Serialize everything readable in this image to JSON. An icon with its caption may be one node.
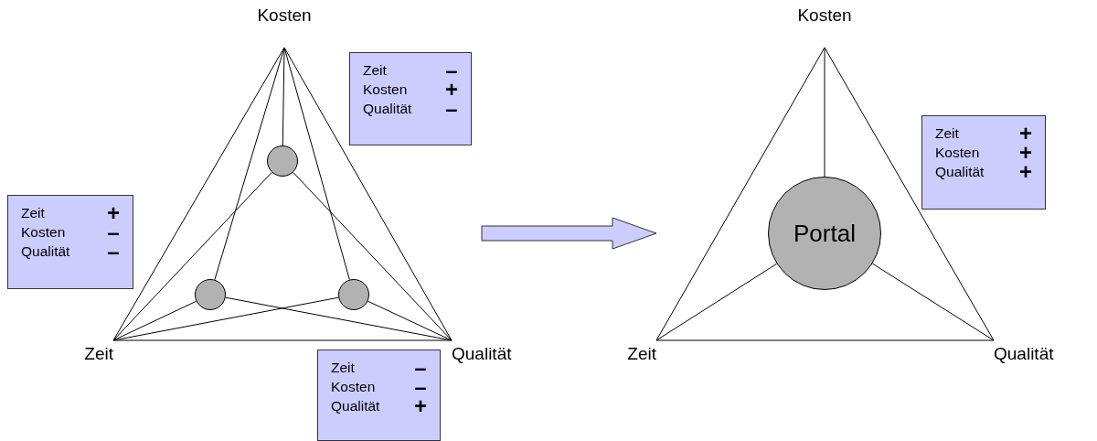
{
  "diagram": {
    "nodes": [
      {
        "text": [
          "Kosten"
        ]
      },
      {
        "text": [
          "Zeit",
          "–",
          "Kosten",
          "+",
          "Qualität",
          "–"
        ]
      },
      {
        "text": [],
        "shape": "circle"
      },
      {
        "text": [
          "Zeit",
          "+",
          "Kosten",
          "–",
          "Qualität",
          "–"
        ]
      },
      {
        "text": [],
        "shape": "circle"
      },
      {
        "text": [],
        "shape": "circle"
      },
      {
        "text": [
          "Zeit"
        ]
      },
      {
        "text": [
          "Qualität"
        ]
      },
      {
        "text": [
          "Zeit",
          "–",
          "Kosten",
          "–",
          "Qualität",
          "+"
        ]
      },
      {
        "text": [
          "Kosten"
        ]
      },
      {
        "text": [
          "Zeit",
          "+",
          "Kosten",
          "+",
          "Qualität",
          "+"
        ]
      },
      {
        "text": [
          "Portal"
        ]
      },
      {
        "text": [
          "Zeit"
        ]
      },
      {
        "text": [
          "Qualität"
        ]
      }
    ],
    "edges": [
      {
        "from": 0,
        "to": 6,
        "arrow": "none"
      },
      {
        "from": 0,
        "to": 7,
        "arrow": "none"
      },
      {
        "from": 6,
        "to": 7,
        "arrow": "none"
      },
      {
        "from": 0,
        "to": 2,
        "arrow": "none"
      },
      {
        "from": 0,
        "to": 4,
        "arrow": "none"
      },
      {
        "from": 0,
        "to": 5,
        "arrow": "none"
      },
      {
        "from": 2,
        "to": 6,
        "arrow": "none"
      },
      {
        "from": 2,
        "to": 7,
        "arrow": "none"
      },
      {
        "from": 4,
        "to": 6,
        "arrow": "none"
      },
      {
        "from": 4,
        "to": 7,
        "arrow": "none"
      },
      {
        "from": 5,
        "to": 6,
        "arrow": "none"
      },
      {
        "from": 5,
        "to": 7,
        "arrow": "none"
      },
      {
        "from": 9,
        "to": 12,
        "arrow": "none"
      },
      {
        "from": 9,
        "to": 13,
        "arrow": "none"
      },
      {
        "from": 12,
        "to": 13,
        "arrow": "none"
      },
      {
        "from": 9,
        "to": 11,
        "arrow": "none"
      },
      {
        "from": 12,
        "to": 11,
        "arrow": "none"
      },
      {
        "from": 13,
        "to": 11,
        "arrow": "none"
      }
    ]
  }
}
